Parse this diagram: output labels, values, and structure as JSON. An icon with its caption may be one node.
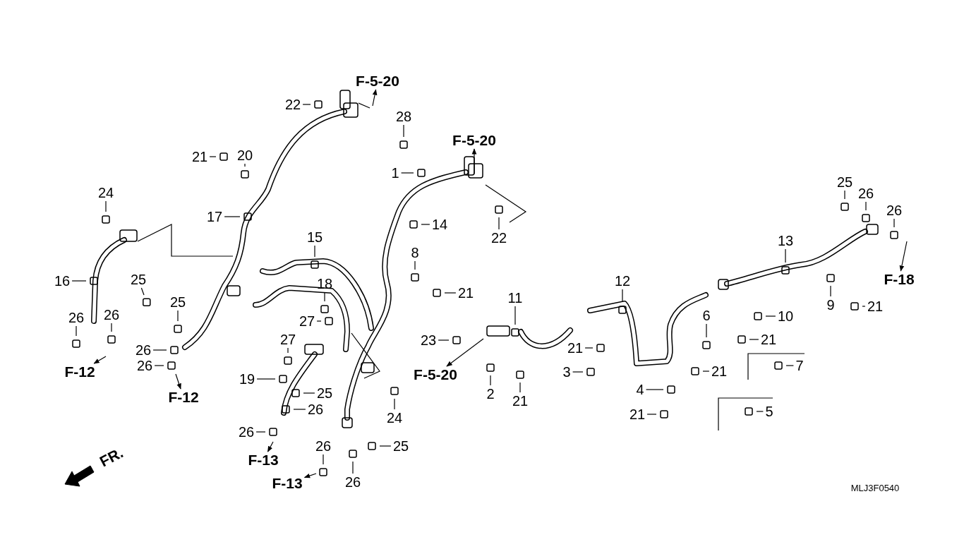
{
  "diagram": {
    "nodes": [
      {
        "text": [
          "F-5-20"
        ]
      },
      {
        "text": [
          "22"
        ]
      },
      {
        "text": [
          "28"
        ]
      },
      {
        "text": [
          "F-5-20"
        ]
      },
      {
        "text": [
          "20"
        ]
      },
      {
        "text": [
          "21"
        ]
      },
      {
        "text": [
          "1"
        ]
      },
      {
        "text": [
          "24"
        ]
      },
      {
        "text": [
          "17"
        ]
      },
      {
        "text": [
          "14"
        ]
      },
      {
        "text": [
          "22"
        ]
      },
      {
        "text": [
          "15"
        ]
      },
      {
        "text": [
          "8"
        ]
      },
      {
        "text": [
          "16"
        ]
      },
      {
        "text": [
          "26"
        ]
      },
      {
        "text": [
          "25"
        ]
      },
      {
        "text": [
          "12"
        ]
      },
      {
        "text": [
          "18"
        ]
      },
      {
        "text": [
          "25"
        ]
      },
      {
        "text": [
          "11"
        ]
      },
      {
        "text": [
          "21"
        ]
      },
      {
        "text": [
          "26"
        ]
      },
      {
        "text": [
          "13"
        ]
      },
      {
        "text": [
          "25"
        ]
      },
      {
        "text": [
          "26"
        ]
      },
      {
        "text": [
          "26"
        ]
      },
      {
        "text": [
          "9"
        ]
      },
      {
        "text": [
          "21"
        ]
      },
      {
        "text": [
          "F-18"
        ]
      },
      {
        "text": [
          "10"
        ]
      },
      {
        "text": [
          "6"
        ]
      },
      {
        "text": [
          "27"
        ]
      },
      {
        "text": [
          "27"
        ]
      },
      {
        "text": [
          "21"
        ]
      },
      {
        "text": [
          "21"
        ]
      },
      {
        "text": [
          "23"
        ]
      },
      {
        "text": [
          "26"
        ]
      },
      {
        "text": [
          "F-12"
        ]
      },
      {
        "text": [
          "26"
        ]
      },
      {
        "text": [
          "F-5-20"
        ]
      },
      {
        "text": [
          "19"
        ]
      },
      {
        "text": [
          "3"
        ]
      },
      {
        "text": [
          "21"
        ]
      },
      {
        "text": [
          "7"
        ]
      },
      {
        "text": [
          "2"
        ]
      },
      {
        "text": [
          "21"
        ]
      },
      {
        "text": [
          "F-12"
        ]
      },
      {
        "text": [
          "4"
        ]
      },
      {
        "text": [
          "25"
        ]
      },
      {
        "text": [
          "26"
        ]
      },
      {
        "text": [
          "24"
        ]
      },
      {
        "text": [
          "21"
        ]
      },
      {
        "text": [
          "5"
        ]
      },
      {
        "text": [
          "26"
        ]
      },
      {
        "text": [
          "F-13"
        ]
      },
      {
        "text": [
          "26"
        ]
      },
      {
        "text": [
          "25"
        ]
      },
      {
        "text": [
          "F-13"
        ]
      },
      {
        "text": [
          "26"
        ]
      }
    ],
    "edges": [
      {
        "from": null,
        "to": 0,
        "arrow": "to"
      },
      {
        "from": 1,
        "to": null,
        "arrow": "none"
      },
      {
        "from": 2,
        "to": null,
        "arrow": "none"
      },
      {
        "from": null,
        "to": 3,
        "arrow": "to"
      },
      {
        "from": 4,
        "to": null,
        "arrow": "none"
      },
      {
        "from": 5,
        "to": null,
        "arrow": "none"
      },
      {
        "from": 6,
        "to": null,
        "arrow": "none"
      },
      {
        "from": 7,
        "to": null,
        "arrow": "none"
      },
      {
        "from": 8,
        "to": null,
        "arrow": "none"
      },
      {
        "from": 9,
        "to": null,
        "arrow": "none"
      },
      {
        "from": 10,
        "to": null,
        "arrow": "none"
      },
      {
        "from": 11,
        "to": null,
        "arrow": "none"
      },
      {
        "from": 12,
        "to": null,
        "arrow": "none"
      },
      {
        "from": 13,
        "to": null,
        "arrow": "none"
      },
      {
        "from": 14,
        "to": null,
        "arrow": "none"
      },
      {
        "from": 15,
        "to": null,
        "arrow": "none"
      },
      {
        "from": 16,
        "to": null,
        "arrow": "none"
      },
      {
        "from": 17,
        "to": null,
        "arrow": "none"
      },
      {
        "from": 18,
        "to": null,
        "arrow": "none"
      },
      {
        "from": 19,
        "to": null,
        "arrow": "none"
      },
      {
        "from": 20,
        "to": null,
        "arrow": "none"
      },
      {
        "from": 21,
        "to": null,
        "arrow": "none"
      },
      {
        "from": 22,
        "to": null,
        "arrow": "none"
      },
      {
        "from": 23,
        "to": null,
        "arrow": "none"
      },
      {
        "from": 24,
        "to": null,
        "arrow": "none"
      },
      {
        "from": 25,
        "to": null,
        "arrow": "none"
      },
      {
        "from": 26,
        "to": null,
        "arrow": "none"
      },
      {
        "from": 27,
        "to": null,
        "arrow": "none"
      },
      {
        "from": null,
        "to": 28,
        "arrow": "to"
      },
      {
        "from": 29,
        "to": null,
        "arrow": "none"
      },
      {
        "from": 30,
        "to": null,
        "arrow": "none"
      },
      {
        "from": 31,
        "to": null,
        "arrow": "none"
      },
      {
        "from": 32,
        "to": null,
        "arrow": "none"
      },
      {
        "from": 33,
        "to": null,
        "arrow": "none"
      },
      {
        "from": 34,
        "to": null,
        "arrow": "none"
      },
      {
        "from": 35,
        "to": null,
        "arrow": "none"
      },
      {
        "from": 36,
        "to": null,
        "arrow": "none"
      },
      {
        "from": null,
        "to": 37,
        "arrow": "to"
      },
      {
        "from": 38,
        "to": null,
        "arrow": "none"
      },
      {
        "from": null,
        "to": 39,
        "arrow": "to"
      },
      {
        "from": 40,
        "to": null,
        "arrow": "none"
      },
      {
        "from": 41,
        "to": null,
        "arrow": "none"
      },
      {
        "from": 42,
        "to": null,
        "arrow": "none"
      },
      {
        "from": 43,
        "to": null,
        "arrow": "none"
      },
      {
        "from": 44,
        "to": null,
        "arrow": "none"
      },
      {
        "from": 45,
        "to": null,
        "arrow": "none"
      },
      {
        "from": null,
        "to": 46,
        "arrow": "to"
      },
      {
        "from": 47,
        "to": null,
        "arrow": "none"
      },
      {
        "from": 48,
        "to": null,
        "arrow": "none"
      },
      {
        "from": 49,
        "to": null,
        "arrow": "none"
      },
      {
        "from": 50,
        "to": null,
        "arrow": "none"
      },
      {
        "from": 51,
        "to": null,
        "arrow": "none"
      },
      {
        "from": 52,
        "to": null,
        "arrow": "none"
      },
      {
        "from": 53,
        "to": null,
        "arrow": "none"
      },
      {
        "from": null,
        "to": 54,
        "arrow": "to"
      },
      {
        "from": 55,
        "to": null,
        "arrow": "none"
      },
      {
        "from": 56,
        "to": null,
        "arrow": "none"
      },
      {
        "from": null,
        "to": 57,
        "arrow": "to"
      },
      {
        "from": 58,
        "to": null,
        "arrow": "none"
      }
    ],
    "labels": [
      "FR.",
      "MLJ3F0540"
    ]
  }
}
